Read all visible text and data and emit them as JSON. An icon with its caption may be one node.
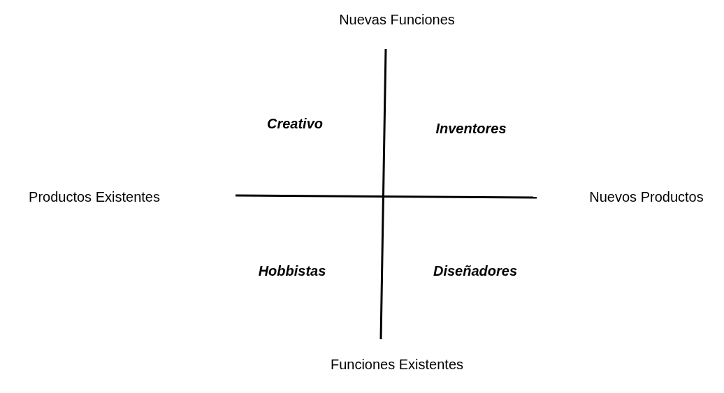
{
  "diagram": {
    "labels": [
      "Nuevas Funciones",
      "Creativo",
      "Inventores",
      "Productos Existentes",
      "Nuevos Productos",
      "Hobbistas",
      "Diseñadores",
      "Funciones Existentes"
    ]
  }
}
